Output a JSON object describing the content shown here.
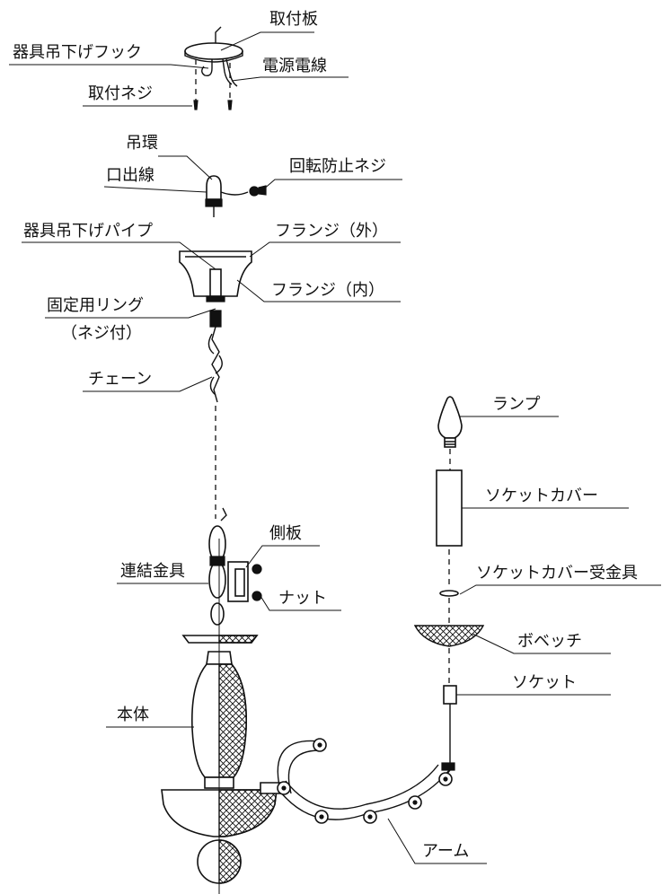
{
  "labels": {
    "mounting_plate": "取付板",
    "fixture_hook": "器具吊下げフック",
    "power_wire": "電源電線",
    "mounting_screw": "取付ネジ",
    "hanging_ring": "吊環",
    "outlet_wire": "口出線",
    "anti_rotation_screw": "回転防止ネジ",
    "hanging_pipe": "器具吊下げパイプ",
    "flange_outer": "フランジ（外）",
    "flange_inner": "フランジ（内）",
    "fixing_ring": "固定用リング",
    "fixing_ring_note": "（ネジ付）",
    "chain": "チェーン",
    "lamp": "ランプ",
    "socket_cover": "ソケットカバー",
    "side_plate": "側板",
    "connector": "連結金具",
    "nut": "ナット",
    "socket_cover_bracket": "ソケットカバー受金具",
    "bobeche": "ボベッチ",
    "socket": "ソケット",
    "body": "本体",
    "arm": "アーム"
  }
}
